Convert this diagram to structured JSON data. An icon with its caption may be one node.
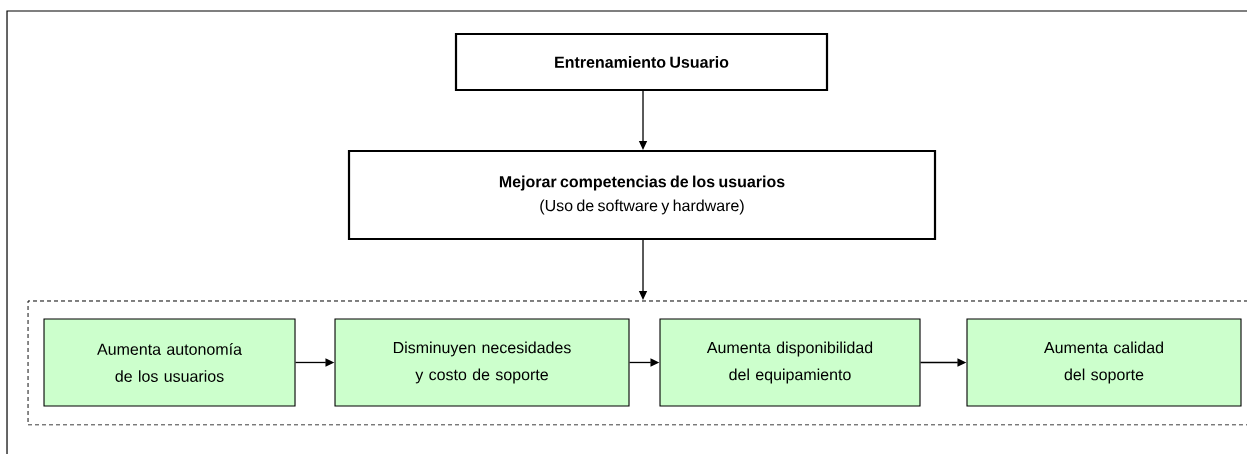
{
  "diagram": {
    "nodes": [
      {
        "text": [
          "Entrenamiento Usuario"
        ]
      },
      {
        "text": [
          "Mejorar competencias de los usuarios",
          "(Uso de software y hardware)"
        ]
      },
      {
        "text": [],
        "shape": "box"
      },
      {
        "text": [
          "Aumenta autonomía de los usuarios"
        ],
        "in": 2
      },
      {
        "text": [
          "Disminuyen necesidades y costo de soporte"
        ],
        "in": 2
      },
      {
        "text": [
          "Aumenta disponibilidad del equipamiento"
        ],
        "in": 2
      },
      {
        "text": [
          "Aumenta calidad del soporte"
        ],
        "in": 2
      }
    ],
    "edges": [
      {
        "from": 0,
        "to": 1,
        "arrow": "to"
      },
      {
        "from": 1,
        "to": 2,
        "arrow": "to"
      },
      {
        "from": 3,
        "to": 4,
        "arrow": "to"
      },
      {
        "from": 4,
        "to": 5,
        "arrow": "to"
      },
      {
        "from": 5,
        "to": 6,
        "arrow": "to"
      }
    ]
  }
}
